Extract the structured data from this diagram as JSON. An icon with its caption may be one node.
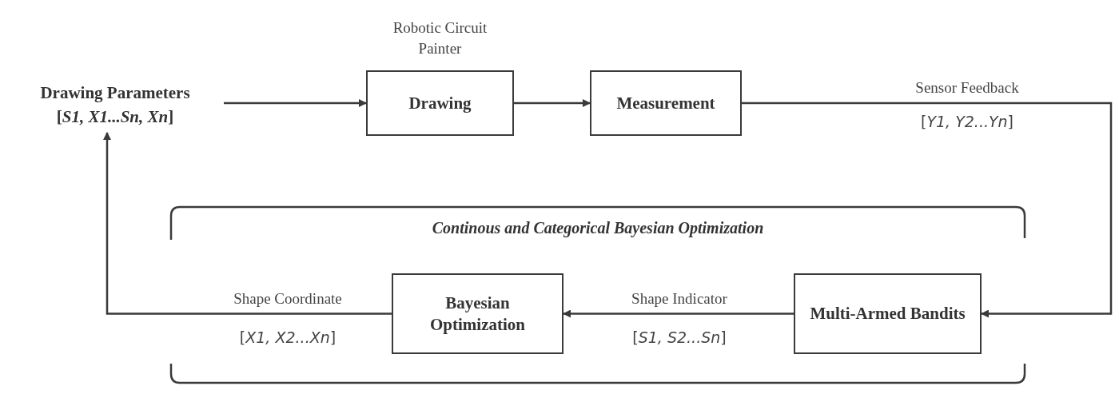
{
  "diagram": {
    "nodes": [
      {
        "text": [
          "Drawing Parameters",
          "[*S1, X1...Sn, Xn*]"
        ]
      },
      {
        "text": [
          "Drawing"
        ],
        "beside": [
          "Robotic Circuit Painter"
        ]
      },
      {
        "text": [
          "Measurement"
        ]
      },
      {
        "text": [
          "Continous and Categorical Bayesian Optimization"
        ]
      },
      {
        "text": [
          "Multi-Armed Bandits"
        ],
        "in": 3
      },
      {
        "text": [
          "Bayesian Optimization"
        ],
        "in": 3
      }
    ],
    "edges": [
      {
        "from": 0,
        "to": 1,
        "arrow": "to"
      },
      {
        "from": 1,
        "to": 2,
        "arrow": "to"
      },
      {
        "from": 2,
        "to": 4,
        "arrow": "to",
        "label": "Sensor Feedback"
      },
      {
        "from": 4,
        "to": 5,
        "arrow": "to",
        "label": "Shape Indicator"
      },
      {
        "from": 5,
        "to": 0,
        "arrow": "to",
        "label": "Shape Coordinate"
      }
    ],
    "labels": [
      "[*Y1, Y2...Yn*]",
      "[*X1, X2...Xn*]",
      "[*S1, S2...Sn*]"
    ]
  }
}
